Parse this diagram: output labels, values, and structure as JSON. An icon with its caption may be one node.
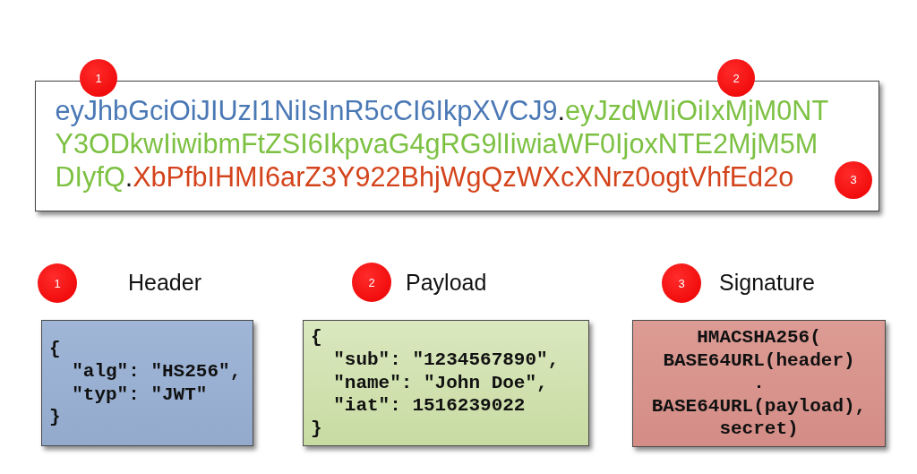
{
  "diagram": {
    "nodes": [
      {
        "text": [
          "eyJhbGciOiJIUzI1NiIsInR5cCI6IkpXVCJ9",
          ".",
          "eyJzdWIiOiIxMjM0NTY3ODkwIiwibmFtZSI6IkpvaG4gRG9lIiwiaWF0IjoxNTE2MjM5MDIyfQ",
          ".",
          "XbPfbIHMI6arZ3Y922BhjWgQzWXcXNrz0ogtVhfEd2o"
        ]
      },
      {
        "text": [
          "1"
        ]
      },
      {
        "text": [
          "2"
        ]
      },
      {
        "text": [
          "3"
        ],
        "in": 0
      },
      {
        "text": [
          "1"
        ]
      },
      {
        "text": [
          "Header",
          "{",
          "\"alg\": \"HS256\",",
          "\"typ\": \"JWT\"",
          "}"
        ]
      },
      {
        "text": [
          "2"
        ]
      },
      {
        "text": [
          "Payload",
          "{",
          "\"sub\": \"1234567890\",",
          "\"name\": \"John Doe\",",
          "\"iat\": 1516239022",
          "}"
        ]
      },
      {
        "text": [
          "3"
        ]
      },
      {
        "text": [
          "Signature",
          "HMACSHA256(",
          "BASE64URL(header)",
          ".",
          "BASE64URL(payload),",
          "secret)"
        ]
      }
    ]
  }
}
